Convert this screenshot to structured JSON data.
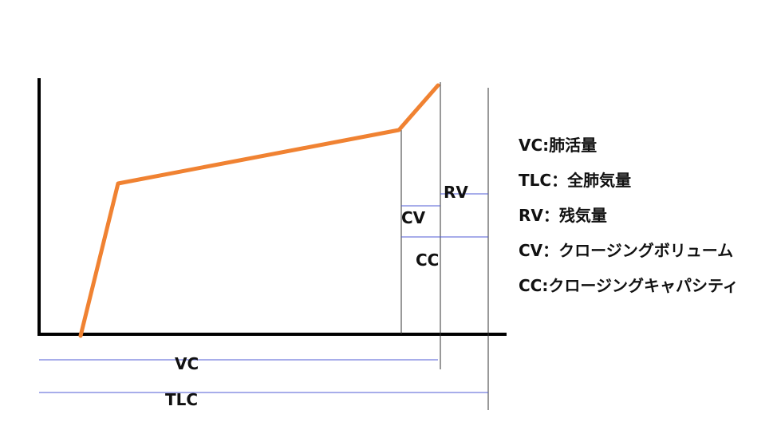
{
  "colors": {
    "curve": "#f08232",
    "axis": "#000000",
    "guide_thin": "#333333",
    "guide_blue": "#4f5bd5"
  },
  "labels": {
    "rv": "RV",
    "cv": "CV",
    "cc": "CC",
    "vc": "VC",
    "tlc": "TLC"
  },
  "legend": [
    "VC:肺活量",
    "TLC：全肺気量",
    "RV：残気量",
    "CV：クロージングボリューム",
    "CC:クロージングキャパシティ"
  ]
}
